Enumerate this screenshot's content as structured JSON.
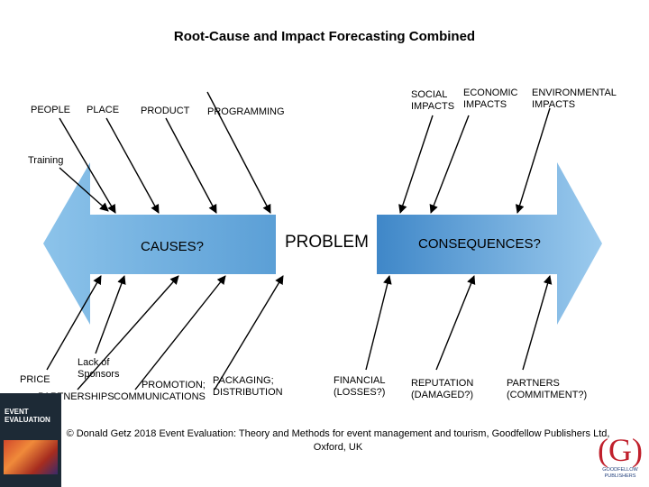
{
  "title": "Root-Cause and Impact Forecasting Combined",
  "causes": {
    "people": "PEOPLE",
    "place": "PLACE",
    "product": "PRODUCT",
    "programming": "PROGRAMMING",
    "training": "Training",
    "lack_of_sponsors": "Lack of\nSponsors",
    "price": "PRICE",
    "partnerships": "PARTNERSHIPS",
    "promotion": "PROMOTION;\nCOMMUNICATIONS",
    "packaging": "PACKAGING;\nDISTRIBUTION"
  },
  "impacts": {
    "social": "SOCIAL\nIMPACTS",
    "economic": "ECONOMIC\nIMPACTS",
    "environmental": "ENVIRONMENTAL\nIMPACTS",
    "financial": "FINANCIAL\n(LOSSES?)",
    "reputation": "REPUTATION\n(DAMAGED?)",
    "partners": "PARTNERS\n(COMMITMENT?)"
  },
  "arrows": {
    "causes_label": "CAUSES?",
    "problem_label": "PROBLEM",
    "consequences_label": "CONSEQUENCES?",
    "color": "#6aaede"
  },
  "book": {
    "title": "EVENT\nEVALUATION"
  },
  "logo": {
    "mark": "(G)",
    "text": "GOODFELLOW\nPUBLISHERS"
  },
  "footer": "© Donald Getz 2018 Event Evaluation: Theory and Methods for event management and tourism, Goodfellow Publishers Ltd, Oxford, UK"
}
